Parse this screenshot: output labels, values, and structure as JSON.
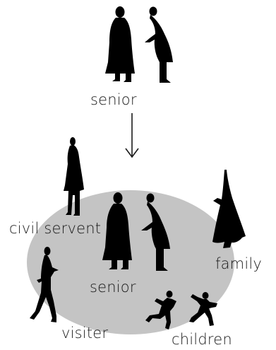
{
  "labels": {
    "senior_top": "senior",
    "civil_servent": "civil servent",
    "family": "family",
    "senior_center": "senior",
    "visiter": "visiter",
    "children": "children"
  },
  "colors": {
    "ellipse": "#c4c4c4",
    "silhouette": "#000000",
    "arrow": "#1a1a1a"
  }
}
